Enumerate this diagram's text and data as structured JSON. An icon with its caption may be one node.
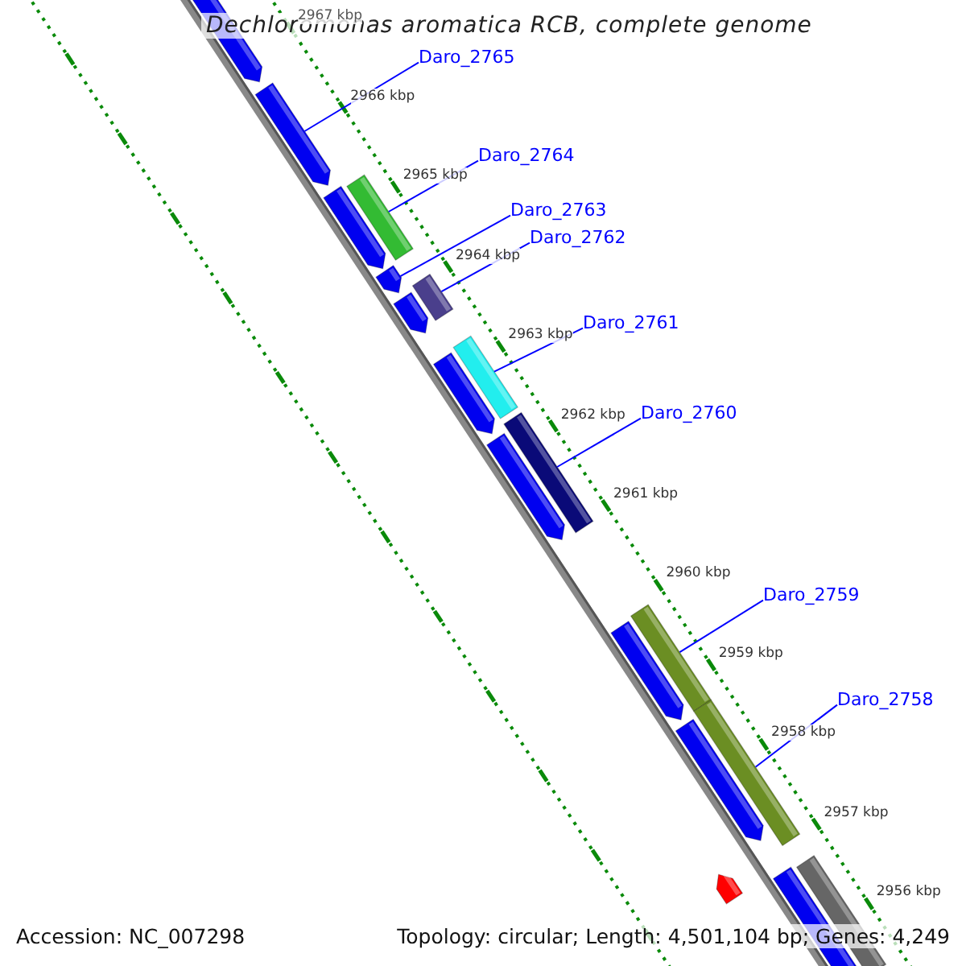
{
  "diagram": {
    "title": "Dechloromonas aromatica RCB, complete genome",
    "nodes": [
      {
        "text": [
          "Daro_2765"
        ]
      },
      {
        "text": [
          "Daro_2764"
        ]
      },
      {
        "text": [
          "Daro_2763"
        ]
      },
      {
        "text": [
          "Daro_2762"
        ]
      },
      {
        "text": [
          "Daro_2761"
        ]
      },
      {
        "text": [
          "Daro_2760"
        ]
      },
      {
        "text": [
          "Daro_2759"
        ]
      },
      {
        "text": [
          "Daro_2758"
        ]
      },
      {
        "text": [],
        "shape": "bar"
      },
      {
        "text": [],
        "shape": "bar"
      },
      {
        "text": [],
        "shape": "bar"
      },
      {
        "text": [],
        "shape": "bar"
      },
      {
        "text": [],
        "shape": "bar"
      },
      {
        "text": [],
        "shape": "bar"
      },
      {
        "text": [],
        "shape": "bar"
      },
      {
        "text": [],
        "shape": "bar"
      },
      {
        "text": [],
        "shape": "bar"
      },
      {
        "text": [],
        "shape": "bar"
      },
      {
        "text": [],
        "shape": "bar"
      },
      {
        "text": [],
        "shape": "bar"
      },
      {
        "text": [],
        "shape": "bar"
      },
      {
        "text": [],
        "shape": "bar"
      },
      {
        "text": [],
        "shape": "bar"
      },
      {
        "text": [],
        "shape": "bar"
      },
      {
        "text": [],
        "shape": "bar"
      },
      {
        "text": [],
        "shape": "bar"
      }
    ],
    "edges": [
      {
        "from": 0,
        "to": 9,
        "arrow": "none"
      },
      {
        "from": 1,
        "to": 11,
        "arrow": "none"
      },
      {
        "from": 2,
        "to": 12,
        "arrow": "none"
      },
      {
        "from": 3,
        "to": 13,
        "arrow": "none"
      },
      {
        "from": 4,
        "to": 15,
        "arrow": "none"
      },
      {
        "from": 5,
        "to": 17,
        "arrow": "none"
      },
      {
        "from": 6,
        "to": 19,
        "arrow": "none"
      },
      {
        "from": 7,
        "to": 21,
        "arrow": "none"
      }
    ],
    "labels": [
      "2967 kbp",
      "2966 kbp",
      "2965 kbp",
      "2964 kbp",
      "2963 kbp",
      "2962 kbp",
      "2961 kbp",
      "2960 kbp",
      "2959 kbp",
      "2958 kbp",
      "2957 kbp",
      "2956 kbp",
      "Accession: NC_007298",
      "Topology: circular; Length: 4,501,104 bp; Genes: 4,249"
    ]
  }
}
